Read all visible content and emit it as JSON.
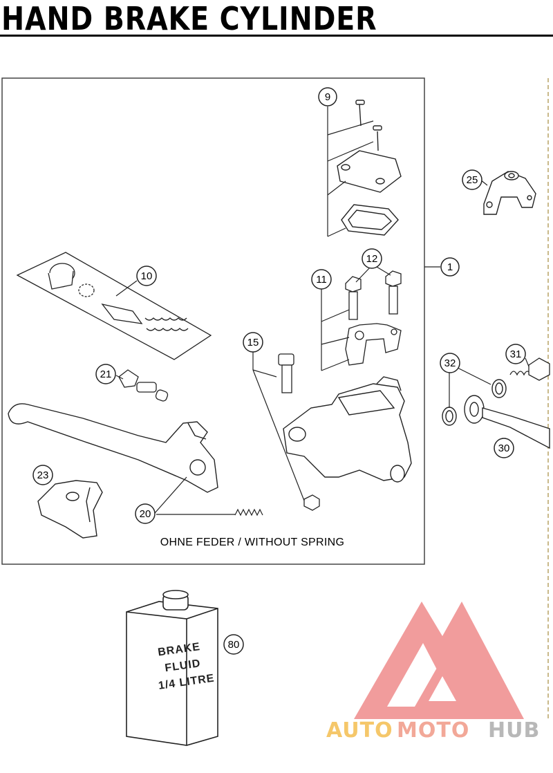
{
  "title": "HAND BRAKE CYLINDER",
  "note": "OHNE FEDER / WITHOUT SPRING",
  "fluid_can": {
    "lines": [
      "BRAKE",
      "FLUID",
      "1/4 LITRE"
    ]
  },
  "callouts": [
    {
      "id": "c1",
      "label": "1"
    },
    {
      "id": "c9",
      "label": "9"
    },
    {
      "id": "c10",
      "label": "10"
    },
    {
      "id": "c11",
      "label": "11"
    },
    {
      "id": "c12",
      "label": "12"
    },
    {
      "id": "c15",
      "label": "15"
    },
    {
      "id": "c20",
      "label": "20"
    },
    {
      "id": "c21",
      "label": "21"
    },
    {
      "id": "c23",
      "label": "23"
    },
    {
      "id": "c25",
      "label": "25"
    },
    {
      "id": "c30",
      "label": "30"
    },
    {
      "id": "c31",
      "label": "31"
    },
    {
      "id": "c32",
      "label": "32"
    },
    {
      "id": "c80",
      "label": "80"
    }
  ],
  "watermark": {
    "parts": [
      "AUTO",
      "MOTO",
      "HUB"
    ],
    "colors": {
      "auto": "#f5c76a",
      "moto": "#f2a898",
      "hub": "#b8b8b8",
      "logo": "#ef7f7f"
    }
  }
}
